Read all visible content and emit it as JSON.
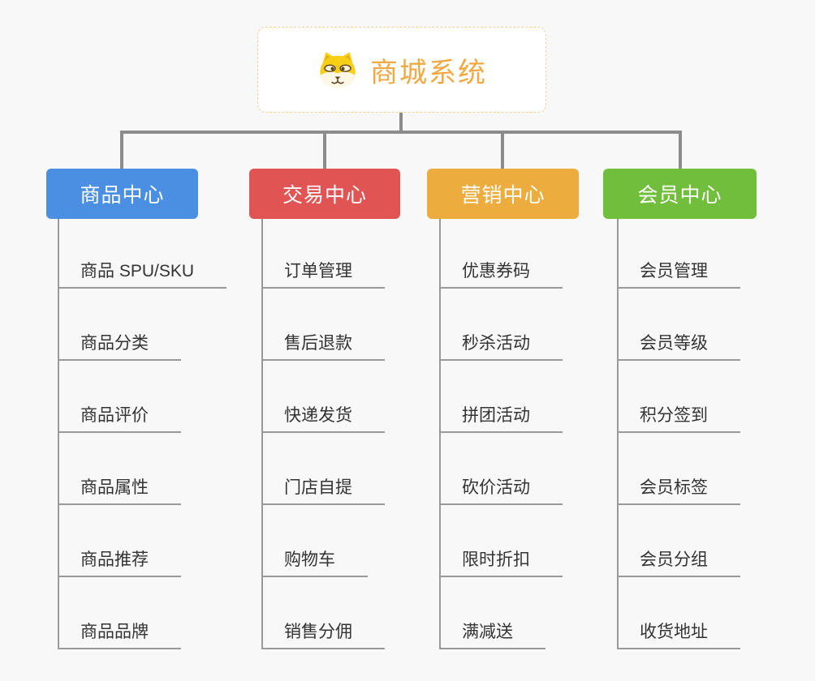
{
  "page": {
    "background_color": "#f8f8f8",
    "connector_color": "#8c8c8c",
    "leaf_line_color": "#999999"
  },
  "root": {
    "label": "商城系统",
    "icon": "shiba-dog-icon",
    "text_color": "#f0a843",
    "border_color": "#f2d09c"
  },
  "branches": [
    {
      "label": "商品中心",
      "color": "#4b8fe2",
      "children": [
        "商品 SPU/SKU",
        "商品分类",
        "商品评价",
        "商品属性",
        "商品推荐",
        "商品品牌"
      ]
    },
    {
      "label": "交易中心",
      "color": "#e05454",
      "children": [
        "订单管理",
        "售后退款",
        "快递发货",
        "门店自提",
        "购物车",
        "销售分佣"
      ]
    },
    {
      "label": "营销中心",
      "color": "#edad3e",
      "children": [
        "优惠券码",
        "秒杀活动",
        "拼团活动",
        "砍价活动",
        "限时折扣",
        "满减送"
      ]
    },
    {
      "label": "会员中心",
      "color": "#70be3c",
      "children": [
        "会员管理",
        "会员等级",
        "积分签到",
        "会员标签",
        "会员分组",
        "收货地址"
      ]
    }
  ]
}
